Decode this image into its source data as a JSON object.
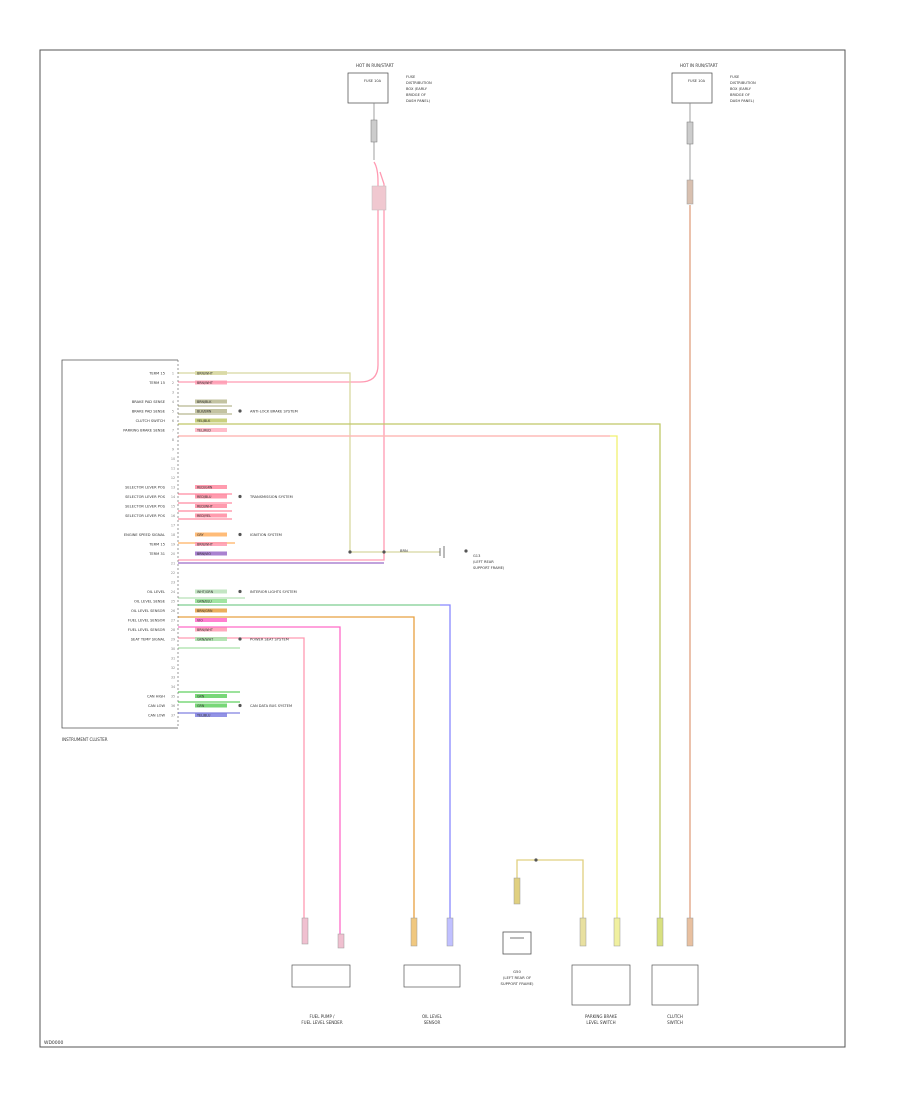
{
  "diagram": {
    "footer_code": "WD0000",
    "top_connectors": [
      {
        "id": "left",
        "header": "HOT IN RUN/START",
        "label_lines": [
          "FUSE",
          "DISTRIBUTION",
          "BOX (EARLY",
          "BRIDGE OF",
          "DASH PANEL)"
        ],
        "fuse_label": "FUSE 10A"
      },
      {
        "id": "right",
        "header": "HOT IN RUN/START",
        "label_lines": [
          "FUSE",
          "DISTRIBUTION",
          "BOX (EARLY",
          "BRIDGE OF",
          "DASH PANEL)"
        ],
        "fuse_label": "FUSE 10A"
      }
    ],
    "cluster": {
      "title": "INSTRUMENT CLUSTER",
      "pin_rows": [
        {
          "label": "TERM 15",
          "wire": "BRN/WHT",
          "color": "#d8d8a0"
        },
        {
          "label": "TERM 15",
          "wire": "BRN/WHT",
          "color": "#ff9ab2"
        },
        {
          "label": "",
          "wire": "",
          "color": ""
        },
        {
          "label": "BRAKE PAD SENSE",
          "wire": "BRN/BLK",
          "color": "#b8b890"
        },
        {
          "label": "BRAKE PAD SENSE",
          "wire": "BLK/BRN",
          "color": "#b8b890"
        },
        {
          "label": "CLUTCH SWITCH",
          "wire": "YEL/BLK",
          "color": "#c0c868"
        },
        {
          "label": "PARKING BRAKE SENSE",
          "wire": "YEL/RED",
          "color": "#ffb0c0"
        },
        {
          "label": "",
          "wire": "",
          "color": ""
        },
        {
          "label": "",
          "wire": "",
          "color": ""
        },
        {
          "label": "",
          "wire": "",
          "color": ""
        },
        {
          "label": "",
          "wire": "",
          "color": ""
        },
        {
          "label": "",
          "wire": "",
          "color": ""
        },
        {
          "label": "SELECTOR LEVER POS",
          "wire": "RED/GRN",
          "color": "#ff8aa0"
        },
        {
          "label": "SELECTOR LEVER POS",
          "wire": "RED/BLU",
          "color": "#ff8aa0"
        },
        {
          "label": "SELECTOR LEVER POS",
          "wire": "RED/WHT",
          "color": "#ff8aa0"
        },
        {
          "label": "SELECTOR LEVER POS",
          "wire": "RED/YEL",
          "color": "#ff8aa0"
        },
        {
          "label": "",
          "wire": "",
          "color": ""
        },
        {
          "label": "ENGINE SPEED SIGNAL",
          "wire": "GRY",
          "color": "#ffb060"
        },
        {
          "label": "TERM 15",
          "wire": "BRN/WHT",
          "color": "#ff9ab2"
        },
        {
          "label": "TERM 31",
          "wire": "BRN/VIO",
          "color": "#9a6cc8"
        },
        {
          "label": "",
          "wire": "",
          "color": ""
        },
        {
          "label": "",
          "wire": "",
          "color": ""
        },
        {
          "label": "",
          "wire": "",
          "color": ""
        },
        {
          "label": "OIL LEVEL",
          "wire": "WHT/GRN",
          "color": "#b8e0b8"
        },
        {
          "label": "OIL LEVEL SENSE",
          "wire": "GRN/BLU",
          "color": "#90e090"
        },
        {
          "label": "OIL LEVEL SENSOR",
          "wire": "BRN/GRN",
          "color": "#e8a040"
        },
        {
          "label": "FUEL LEVEL SENSOR",
          "wire": "VIO",
          "color": "#ff6ac8"
        },
        {
          "label": "FUEL LEVEL SENSOR",
          "wire": "BRN/WHT",
          "color": "#ff9ab2"
        },
        {
          "label": "SEAT TEMP SIGNAL",
          "wire": "GRN/WHT",
          "color": "#a8e0a8"
        },
        {
          "label": "",
          "wire": "",
          "color": ""
        },
        {
          "label": "",
          "wire": "",
          "color": ""
        },
        {
          "label": "",
          "wire": "",
          "color": ""
        },
        {
          "label": "",
          "wire": "",
          "color": ""
        },
        {
          "label": "",
          "wire": "",
          "color": ""
        },
        {
          "label": "CAN HIGH",
          "wire": "GRN",
          "color": "#60d060"
        },
        {
          "label": "CAN LOW",
          "wire": "GRN",
          "color": "#60d060"
        },
        {
          "label": "CAN LOW",
          "wire": "YEL/BLU",
          "color": "#8080e0"
        }
      ],
      "side_notes": [
        {
          "row": 4,
          "text": "ANTI-LOCK BRAKE SYSTEM"
        },
        {
          "row": 13,
          "text": "TRANSMISSION SYSTEM"
        },
        {
          "row": 17,
          "text": "IGNITION SYSTEM"
        },
        {
          "row": 23,
          "text": "INTERIOR LIGHTS SYSTEM"
        },
        {
          "row": 28,
          "text": "POWER SEAT SYSTEM"
        },
        {
          "row": 35,
          "text": "CAN DATA BUS SYSTEM"
        }
      ]
    },
    "ground_point": {
      "wire": "BRN",
      "label_lines": [
        "G13",
        "(LEFT REAR",
        "SUPPORT FRAME)"
      ]
    },
    "bottom_components": [
      {
        "id": "fuel",
        "label_lines": [
          "FUEL PUMP /",
          "FUEL LEVEL SENDER"
        ]
      },
      {
        "id": "oil",
        "label_lines": [
          "OIL LEVEL",
          "SENSOR"
        ]
      },
      {
        "id": "ground",
        "label_lines": [
          "G50",
          "(LEFT REAR OF",
          "SUPPORT FRAME)"
        ]
      },
      {
        "id": "brake",
        "label_lines": [
          "PARKING BRAKE",
          "LEVEL SWITCH"
        ]
      },
      {
        "id": "clutch",
        "label_lines": [
          "CLUTCH",
          "SWITCH"
        ]
      }
    ]
  }
}
